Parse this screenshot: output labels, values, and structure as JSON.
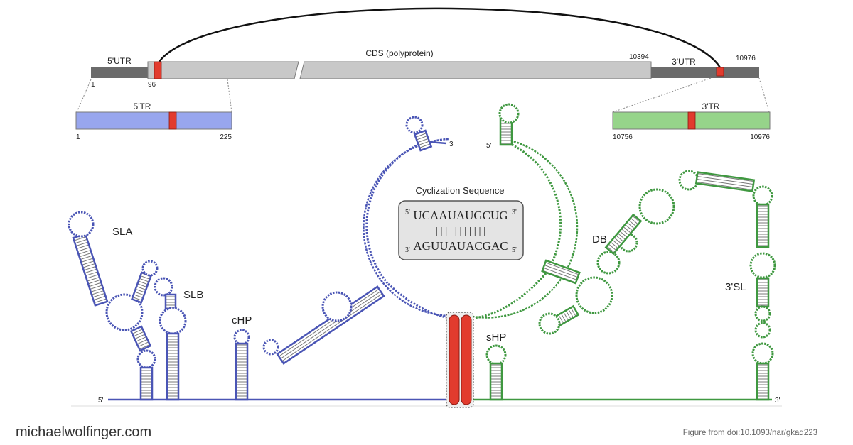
{
  "genome": {
    "utr5_label": "5'UTR",
    "cds_label": "CDS (polyprotein)",
    "utr3_label": "3'UTR",
    "pos_start": "1",
    "pos_cs5": "96",
    "pos_cds_end": "10394",
    "pos_end": "10976",
    "tr5": {
      "label": "5'TR",
      "start": "1",
      "end": "225"
    },
    "tr3": {
      "label": "3'TR",
      "start": "10756",
      "end": "10976"
    }
  },
  "structure": {
    "labels": {
      "sla": "SLA",
      "slb": "SLB",
      "chp": "cHP",
      "shp": "sHP",
      "db": "DB",
      "sl3": "3'SL"
    },
    "end5": "5'",
    "end3": "3'",
    "inner3": "3'",
    "inner5": "5'",
    "cyclization": {
      "title": "Cyclization Sequence",
      "top_seq": "UCAAUAUGCUG",
      "pairs": "| | | | | | | | | | |",
      "bottom_seq": "AGUUAUACGAC",
      "top_prime5": "5'",
      "top_prime3": "3'",
      "bottom_prime3": "3'",
      "bottom_prime5": "5'"
    }
  },
  "colors": {
    "five_prime": "#4a55b5",
    "five_prime_box": "#98a6ee",
    "three_prime": "#3f9840",
    "three_prime_box": "#96d48a",
    "cs_red": "#e23b2e",
    "genome_dark": "#6b6b6b",
    "genome_light": "#c8c8c8"
  },
  "footer": {
    "site": "michaelwolfinger.com",
    "citation": "Figure from doi:10.1093/nar/gkad223"
  }
}
